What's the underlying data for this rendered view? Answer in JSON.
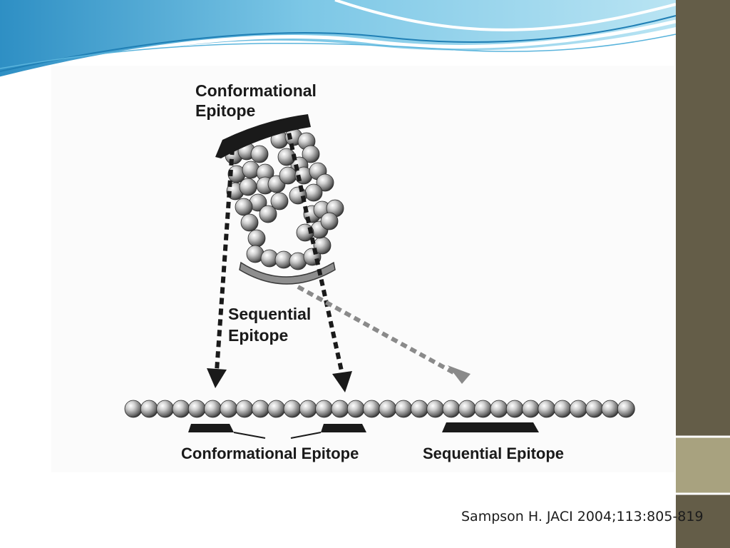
{
  "diagram": {
    "top_label_line1": "Conformational",
    "top_label_line2": "Epitope",
    "mid_label_line1": "Sequential",
    "mid_label_line2": "Epitope",
    "bottom_label_conformational": "Conformational Epitope",
    "bottom_label_sequential": "Sequential Epitope"
  },
  "citation": "Sampson H. JACI 2004;113:805-819",
  "colors": {
    "sidebar_dark": "#645d48",
    "sidebar_light": "#a8a27f",
    "wave_blue": "#4aa8d8",
    "wave_light": "#bfe6f4",
    "bead": "#9a9a9a",
    "marker": "#1a1a1a"
  }
}
